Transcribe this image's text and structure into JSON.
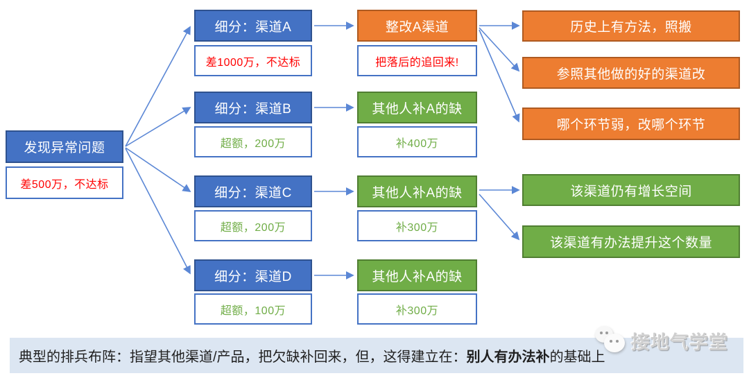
{
  "root": {
    "label": "发现异常问题",
    "note": "差500万，不达标"
  },
  "channels": [
    {
      "label": "细分：渠道A",
      "note": "差1000万，不达标"
    },
    {
      "label": "细分：渠道B",
      "note": "超额，200万"
    },
    {
      "label": "细分：渠道C",
      "note": "超额，200万"
    },
    {
      "label": "细分：渠道D",
      "note": "超额，100万"
    }
  ],
  "actions": [
    {
      "label": "整改A渠道",
      "note": "把落后的追回来!"
    },
    {
      "label": "其他人补A的缺",
      "note": "补400万"
    },
    {
      "label": "其他人补A的缺",
      "note": "补300万"
    },
    {
      "label": "其他人补A的缺",
      "note": "补300万"
    }
  ],
  "outcomes_a": [
    "历史上有方法，照搬",
    "参照其他做的好的渠道改",
    "哪个环节弱，改哪个环节"
  ],
  "outcomes_c": [
    "该渠道仍有增长空间",
    "该渠道有办法提升这个数量"
  ],
  "footer": {
    "lead": "典型的排兵布阵：指望其他渠道/产品，把欠缺补回来，但，这得建立在：",
    "bold": "别人有办法补",
    "tail": "的基础上"
  },
  "watermark": {
    "label": "接地气学堂",
    "icon": "wechat-icon"
  },
  "colors": {
    "blue_fill": "#4472C4",
    "blue_border": "#2F528F",
    "orange_fill": "#ED7D31",
    "orange_border": "#AE5A21",
    "green_fill": "#70AD47",
    "green_border": "#507E32",
    "red_text": "#FF0000",
    "green_text": "#70AD47",
    "arrow": "#5B87D5",
    "footer_bg": "#DCE6F2"
  }
}
